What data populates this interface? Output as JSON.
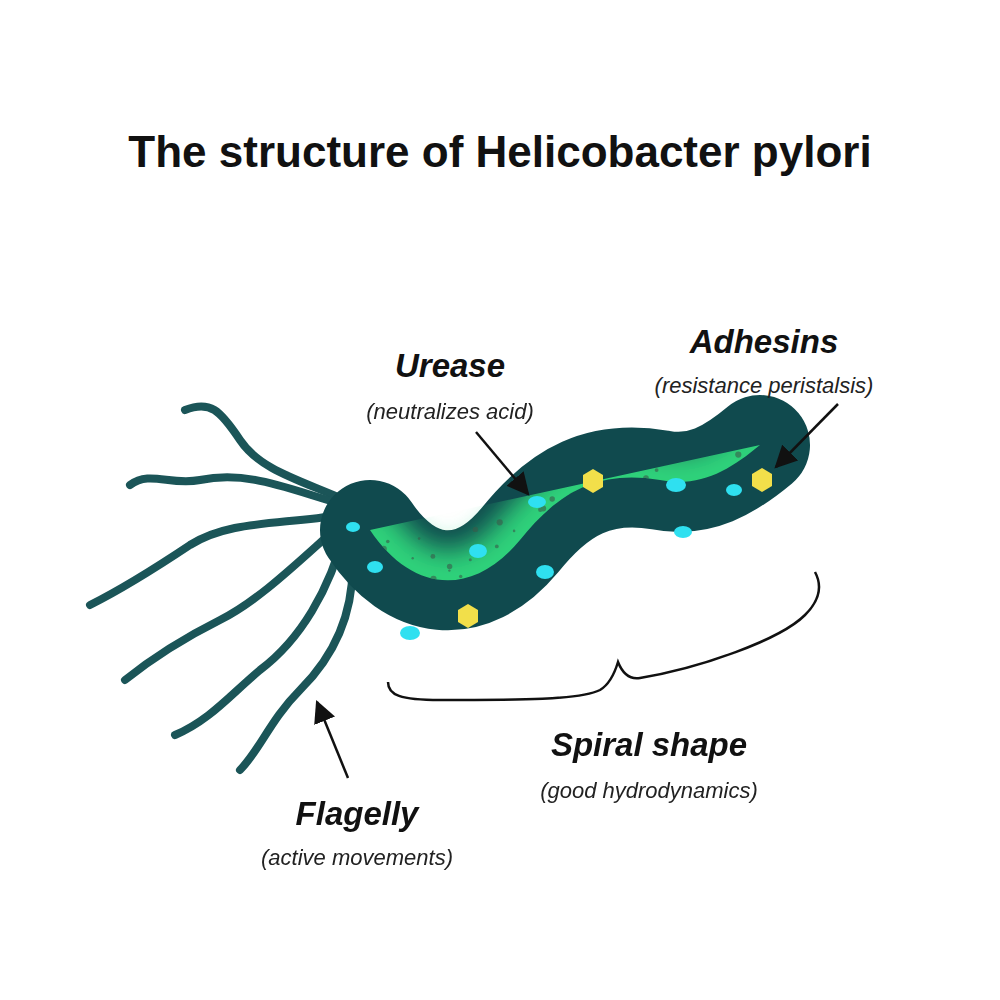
{
  "diagram": {
    "title": "The structure of Helicobacter pylori",
    "labels": [
      "Urease",
      "(neutralizes acid)",
      "Adhesins",
      "(resistance peristalsis)",
      "Spiral shape",
      "(good hydrodynamics)",
      "Flagelly",
      "(active movements)"
    ]
  }
}
